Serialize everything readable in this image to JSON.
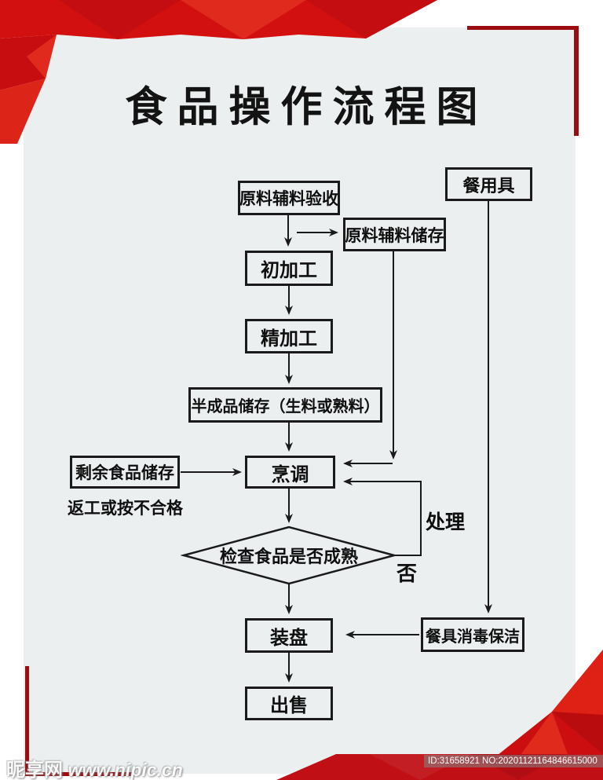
{
  "title": "食品操作流程图",
  "colors": {
    "accent_red": "#d2100f",
    "dark_red_bracket": "#9b0d10",
    "panel_gray": "#ebeff0",
    "line_black": "#1a1a1a"
  },
  "nodes": {
    "acceptance": {
      "label": "原料辅料验收"
    },
    "storage": {
      "label": "原料辅料储存"
    },
    "rough_processing": {
      "label": "初加工"
    },
    "fine_processing": {
      "label": "精加工"
    },
    "semi_storage": {
      "label": "半成品储存（生料或熟料）"
    },
    "cooking": {
      "label": "烹调"
    },
    "leftover_storage": {
      "label": "剩余食品储存"
    },
    "rework_note": {
      "label": "返工或按不合格"
    },
    "check": {
      "label": "检查食品是否成熟"
    },
    "plating": {
      "label": "装盘"
    },
    "sale": {
      "label": "出售"
    },
    "tableware": {
      "label": "餐用具"
    },
    "disinfection": {
      "label": "餐具消毒保洁"
    },
    "handle_label": {
      "label": "处理"
    },
    "no_label": {
      "label": "否"
    }
  },
  "edges": [
    {
      "from": "原料辅料验收",
      "to": "初加工"
    },
    {
      "from": "原料辅料验收",
      "to": "原料辅料储存"
    },
    {
      "from": "初加工",
      "to": "精加工"
    },
    {
      "from": "精加工",
      "to": "半成品储存（生料或熟料）"
    },
    {
      "from": "半成品储存（生料或熟料）",
      "to": "烹调"
    },
    {
      "from": "原料辅料储存",
      "to": "烹调"
    },
    {
      "from": "剩余食品储存",
      "to": "烹调"
    },
    {
      "from": "烹调",
      "to": "检查食品是否成熟"
    },
    {
      "from": "检查食品是否成熟",
      "to": "装盘"
    },
    {
      "from": "检查食品是否成熟",
      "to": "烹调",
      "label": "否 / 处理"
    },
    {
      "from": "装盘",
      "to": "出售"
    },
    {
      "from": "餐用具",
      "to": "餐具消毒保洁"
    },
    {
      "from": "餐具消毒保洁",
      "to": "装盘"
    }
  ],
  "watermark": {
    "site_name": "昵享网",
    "site_url": "www.nipic.cn",
    "serial": "ID:31658921 NO:20201121164846615000"
  }
}
